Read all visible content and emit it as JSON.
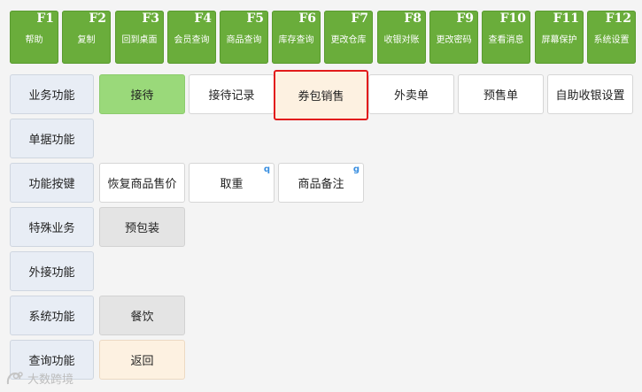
{
  "function_keys": [
    {
      "key": "F1",
      "label": "帮助"
    },
    {
      "key": "F2",
      "label": "复制"
    },
    {
      "key": "F3",
      "label": "回到桌面"
    },
    {
      "key": "F4",
      "label": "会员查询"
    },
    {
      "key": "F5",
      "label": "商品查询"
    },
    {
      "key": "F6",
      "label": "库存查询"
    },
    {
      "key": "F7",
      "label": "更改仓库"
    },
    {
      "key": "F8",
      "label": "收银对账"
    },
    {
      "key": "F9",
      "label": "更改密码"
    },
    {
      "key": "F10",
      "label": "查看消息"
    },
    {
      "key": "F11",
      "label": "屏幕保护"
    },
    {
      "key": "F12",
      "label": "系统设置"
    }
  ],
  "categories": [
    "业务功能",
    "单据功能",
    "功能按键",
    "特殊业务",
    "外接功能",
    "系统功能",
    "查询功能"
  ],
  "row_business": {
    "reception": "接待",
    "reception_record": "接待记录",
    "coupon_sales": "券包销售",
    "takeout_order": "外卖单",
    "presale_order": "预售单",
    "self_checkout_settings": "自助收银设置"
  },
  "row_function_keys": {
    "restore_price": "恢复商品售价",
    "fetch_weight": "取重",
    "fetch_weight_hotkey": "q",
    "product_note": "商品备注",
    "product_note_hotkey": "g"
  },
  "row_special": {
    "prepackaged": "预包装"
  },
  "row_system": {
    "catering": "餐饮"
  },
  "row_query": {
    "back": "返回"
  },
  "watermark": "大数跨境",
  "colors": {
    "fkey_green": "#6aad3b",
    "active_green": "#9ad97a",
    "category_bg": "#e8edf5",
    "selected_border": "#e21b1b",
    "cream": "#fdf1e1",
    "hotkey_blue": "#3a8fe0"
  }
}
